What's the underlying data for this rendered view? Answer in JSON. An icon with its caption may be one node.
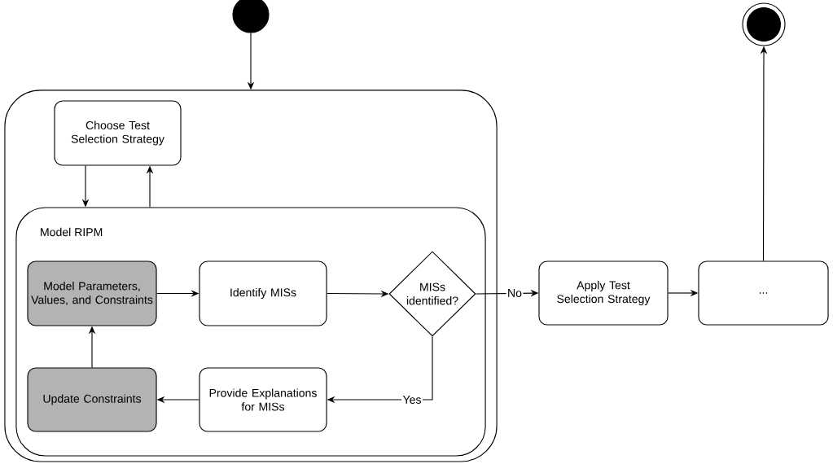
{
  "diagram": {
    "nodes": [
      {
        "text": [],
        "shape": "circle"
      },
      {
        "text": [],
        "shape": "box"
      },
      {
        "text": [
          "Choose Test Selection Strategy"
        ],
        "in": 1
      },
      {
        "text": [
          "Model RIPM"
        ],
        "in": 1
      },
      {
        "text": [
          "Model Parameters, Values, and Constraints"
        ],
        "in": 3
      },
      {
        "text": [
          "Identify MISs"
        ],
        "in": 3
      },
      {
        "text": [
          "MISs identified?"
        ],
        "in": 3
      },
      {
        "text": [
          "Provide Explanations for MISs"
        ],
        "in": 3
      },
      {
        "text": [
          "Update Constraints"
        ],
        "in": 3
      },
      {
        "text": [
          "Apply Test Selection Strategy"
        ]
      },
      {
        "text": [
          "..."
        ]
      },
      {
        "text": [],
        "shape": "bullseye"
      }
    ],
    "edges": [
      {
        "from": 0,
        "to": 1,
        "arrow": "to"
      },
      {
        "from": 2,
        "to": 3,
        "arrow": "to"
      },
      {
        "from": 3,
        "to": 2,
        "arrow": "to"
      },
      {
        "from": 4,
        "to": 5,
        "arrow": "to"
      },
      {
        "from": 5,
        "to": 6,
        "arrow": "to"
      },
      {
        "from": 6,
        "to": 9,
        "arrow": "to",
        "label": "No"
      },
      {
        "from": 6,
        "to": 7,
        "arrow": "to",
        "label": "Yes"
      },
      {
        "from": 7,
        "to": 8,
        "arrow": "to"
      },
      {
        "from": 8,
        "to": 4,
        "arrow": "to"
      },
      {
        "from": 9,
        "to": 10,
        "arrow": "to"
      },
      {
        "from": 10,
        "to": 11,
        "arrow": "to"
      }
    ]
  }
}
